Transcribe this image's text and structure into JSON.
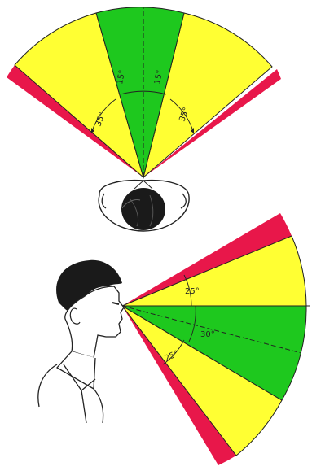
{
  "top_view": {
    "angles": {
      "green_left": "15°",
      "green_right": "15°",
      "yellow_left": "35°",
      "yellow_right": "35°"
    }
  },
  "side_view": {
    "angles": {
      "upper_yellow": "25°",
      "green": "30°",
      "lower_yellow": "25°"
    }
  },
  "colors": {
    "red": "#e8174a",
    "yellow": "#ffff33",
    "green": "#1ec81e",
    "line": "#222222"
  }
}
